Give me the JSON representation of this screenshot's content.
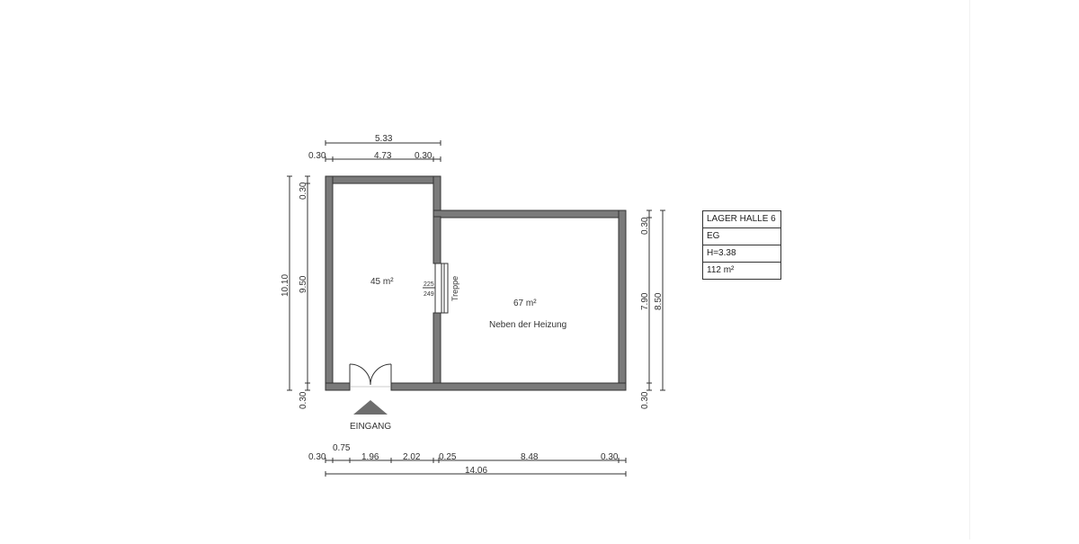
{
  "plan": {
    "title_block": {
      "name": "LAGER HALLE 6",
      "floor": "EG",
      "height": "H=3.38",
      "area": "112 m²"
    },
    "rooms": [
      {
        "id": "left",
        "area": "45 m²",
        "label": ""
      },
      {
        "id": "right",
        "area": "67 m²",
        "label": "Neben der Heizung"
      }
    ],
    "stair": {
      "label": "Treppe",
      "rise_top": "225",
      "rise_bottom": "249"
    },
    "entrance": {
      "label": "EINGANG"
    },
    "dimensions": {
      "top_overall": "5.33",
      "top_segments": [
        "0.30",
        "4.73",
        "0.30"
      ],
      "left_overall": "10.10",
      "left_segments": [
        "0.30",
        "9.50",
        "0.30"
      ],
      "right_inner": [
        "0.30",
        "7.90",
        "0.30"
      ],
      "right_overall": "8.50",
      "bottom_segments": [
        "0.30",
        "0.75",
        "1.96",
        "2.02",
        "0.25",
        "8.48",
        "0.30"
      ],
      "bottom_overall": "14.06"
    },
    "colors": {
      "wall": "#7a7a7a",
      "line": "#333333",
      "background": "#ffffff"
    }
  }
}
